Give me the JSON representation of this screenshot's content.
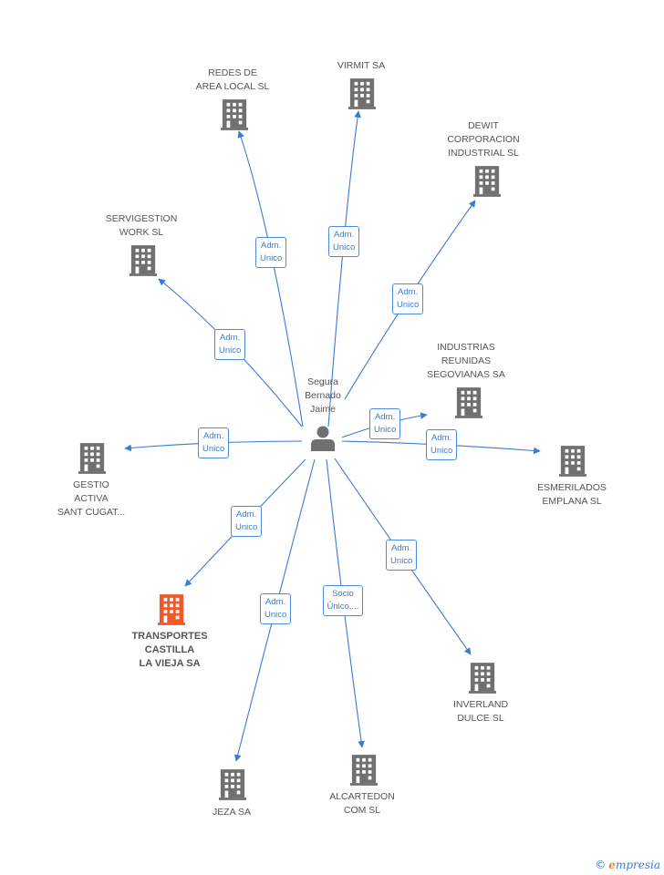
{
  "center": {
    "label": "Segura\nBernado\nJaime"
  },
  "colors": {
    "edge": "#3a7bd5",
    "building": "#707070",
    "highlight": "#f05a2b"
  },
  "nodes": [
    {
      "id": "redes",
      "label": "REDES DE\nAREA LOCAL SL"
    },
    {
      "id": "virmit",
      "label": "VIRMIT SA"
    },
    {
      "id": "dewit",
      "label": "DEWIT\nCORPORACION\nINDUSTRIAL SL"
    },
    {
      "id": "servigestion",
      "label": "SERVIGESTION\nWORK SL"
    },
    {
      "id": "industrias",
      "label": "INDUSTRIAS\nREUNIDAS\nSEGOVIANAS SA"
    },
    {
      "id": "esmerilados",
      "label": "ESMERILADOS\nEMPLANA SL"
    },
    {
      "id": "gestio",
      "label": "GESTIO\nACTIVA\nSANT CUGAT..."
    },
    {
      "id": "transportes",
      "label": "TRANSPORTES\nCASTILLA\nLA VIEJA SA",
      "highlight": true
    },
    {
      "id": "inverland",
      "label": "INVERLAND\nDULCE SL"
    },
    {
      "id": "jeza",
      "label": "JEZA SA"
    },
    {
      "id": "alcartedon",
      "label": "ALCARTEDON\nCOM SL"
    }
  ],
  "edges": [
    {
      "to": "redes",
      "label": "Adm.\nUnico"
    },
    {
      "to": "virmit",
      "label": "Adm.\nUnico"
    },
    {
      "to": "dewit",
      "label": "Adm.\nUnico"
    },
    {
      "to": "servigestion",
      "label": "Adm.\nUnico"
    },
    {
      "to": "industrias",
      "label": "Adm.\nUnico"
    },
    {
      "to": "esmerilados",
      "label": "Adm.\nUnico"
    },
    {
      "to": "gestio",
      "label": "Adm.\nUnico"
    },
    {
      "to": "transportes",
      "label": "Adm.\nUnico"
    },
    {
      "to": "inverland",
      "label": "Adm.\nUnico"
    },
    {
      "to": "jeza",
      "label": "Adm.\nUnico"
    },
    {
      "to": "alcartedon",
      "label": "Socio\nÚnico,..."
    }
  ],
  "brand": {
    "copyright": "©",
    "initial": "e",
    "name": "mpresia"
  }
}
